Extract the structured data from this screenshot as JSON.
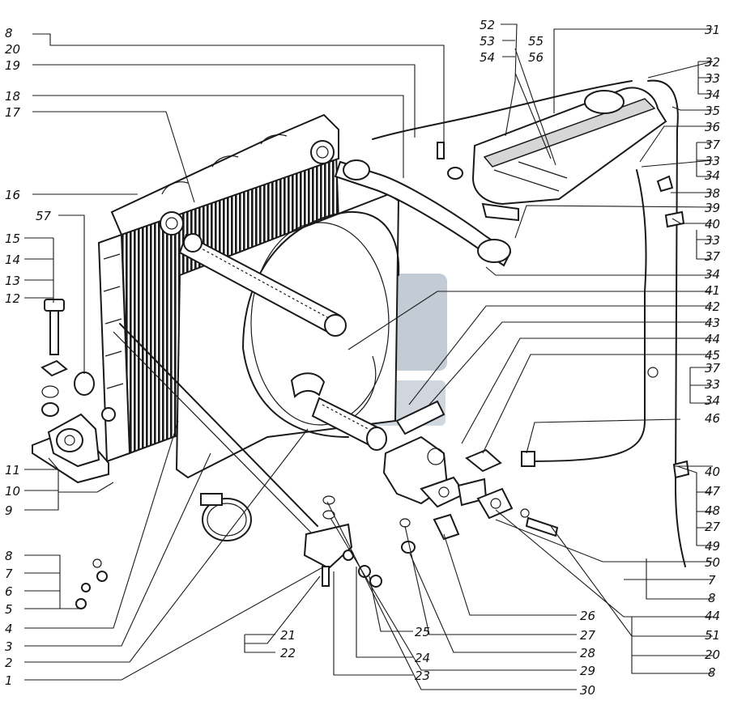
{
  "watermark": {
    "color": "#b9c3cd"
  },
  "labels": {
    "l1": "1",
    "l2": "2",
    "l3": "3",
    "l4": "4",
    "l5": "5",
    "l6": "6",
    "l7": "7",
    "l8": "8",
    "l9": "9",
    "l10": "10",
    "l11": "11",
    "l12": "12",
    "l13": "13",
    "l14": "14",
    "l15": "15",
    "l16": "16",
    "l17": "17",
    "l18": "18",
    "l19": "19",
    "l20": "20",
    "l21": "21",
    "l22": "22",
    "l23": "23",
    "l24": "24",
    "l25": "25",
    "l26": "26",
    "l27": "27",
    "l28": "28",
    "l29": "29",
    "l30": "30",
    "l31": "31",
    "l32": "32",
    "l33": "33",
    "l34": "34",
    "l35": "35",
    "l36": "36",
    "l37": "37",
    "l38": "38",
    "l39": "39",
    "l40": "40",
    "l41": "41",
    "l42": "42",
    "l43": "43",
    "l44": "44",
    "l45": "45",
    "l46": "46",
    "l47": "47",
    "l48": "48",
    "l49": "49",
    "l50": "50",
    "l51": "51",
    "l52": "52",
    "l53": "53",
    "l54": "54",
    "l55": "55",
    "l56": "56",
    "l57": "57"
  }
}
